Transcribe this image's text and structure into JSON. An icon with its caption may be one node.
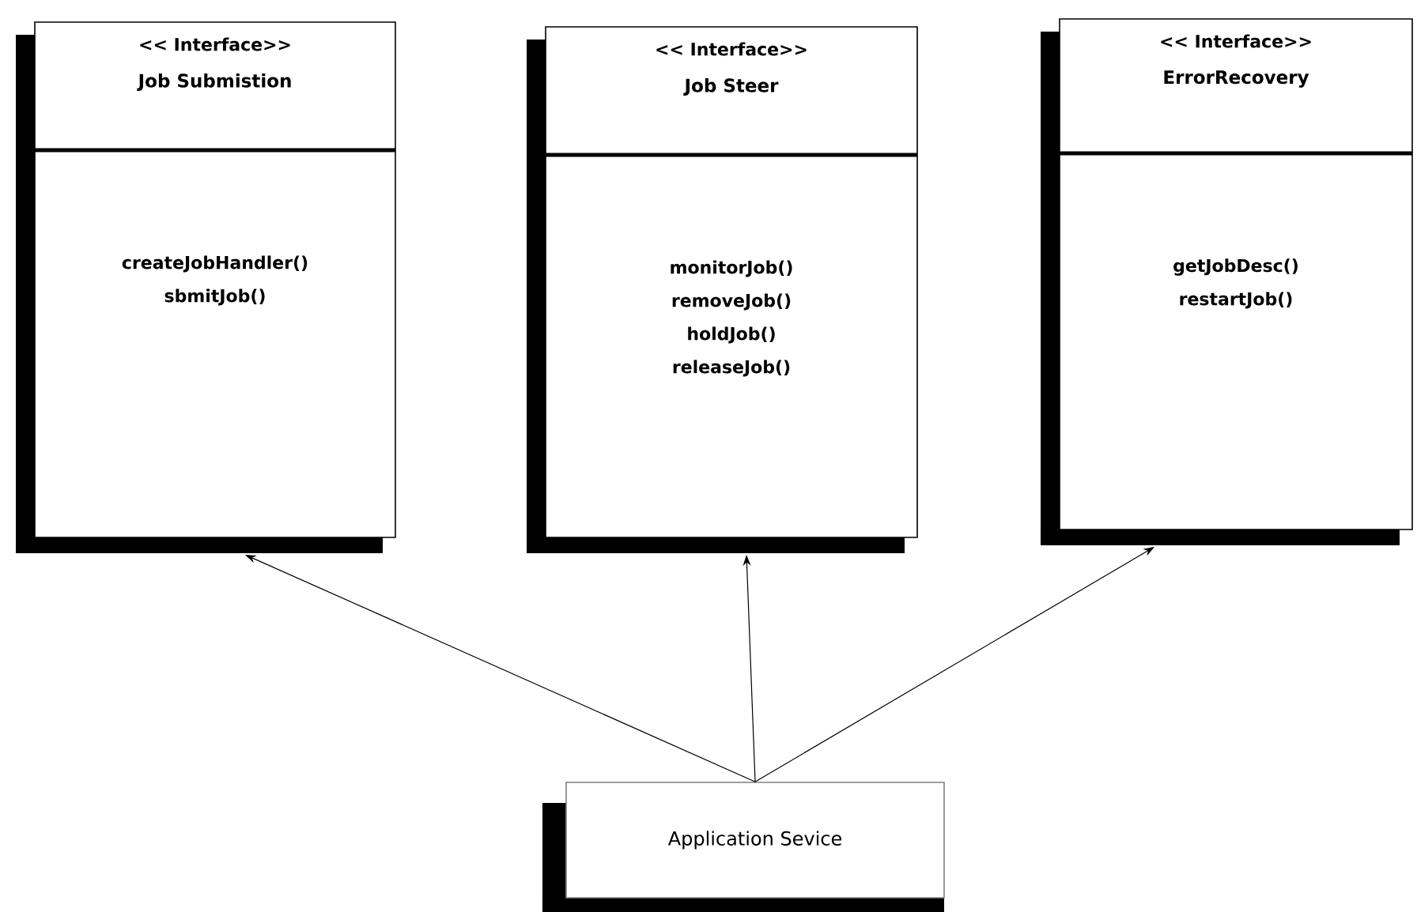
{
  "diagram": {
    "nodes": [
      {
        "text": [
          "<< Interface>>",
          "Job Submistion",
          "createJobHandler()",
          "sbmitJob()"
        ]
      },
      {
        "text": [
          "<< Interface>>",
          "Job Steer",
          "monitorJob()",
          "removeJob()",
          "holdJob()",
          "releaseJob()"
        ]
      },
      {
        "text": [
          "<< Interface>>",
          "ErrorRecovery",
          "getJobDesc()",
          "restartJob()"
        ]
      },
      {
        "text": [
          "Application Sevice"
        ]
      }
    ],
    "edges": [
      {
        "from": 3,
        "to": 0,
        "arrow": "to"
      },
      {
        "from": 3,
        "to": 1,
        "arrow": "to"
      },
      {
        "from": 3,
        "to": 2,
        "arrow": "to"
      }
    ]
  }
}
